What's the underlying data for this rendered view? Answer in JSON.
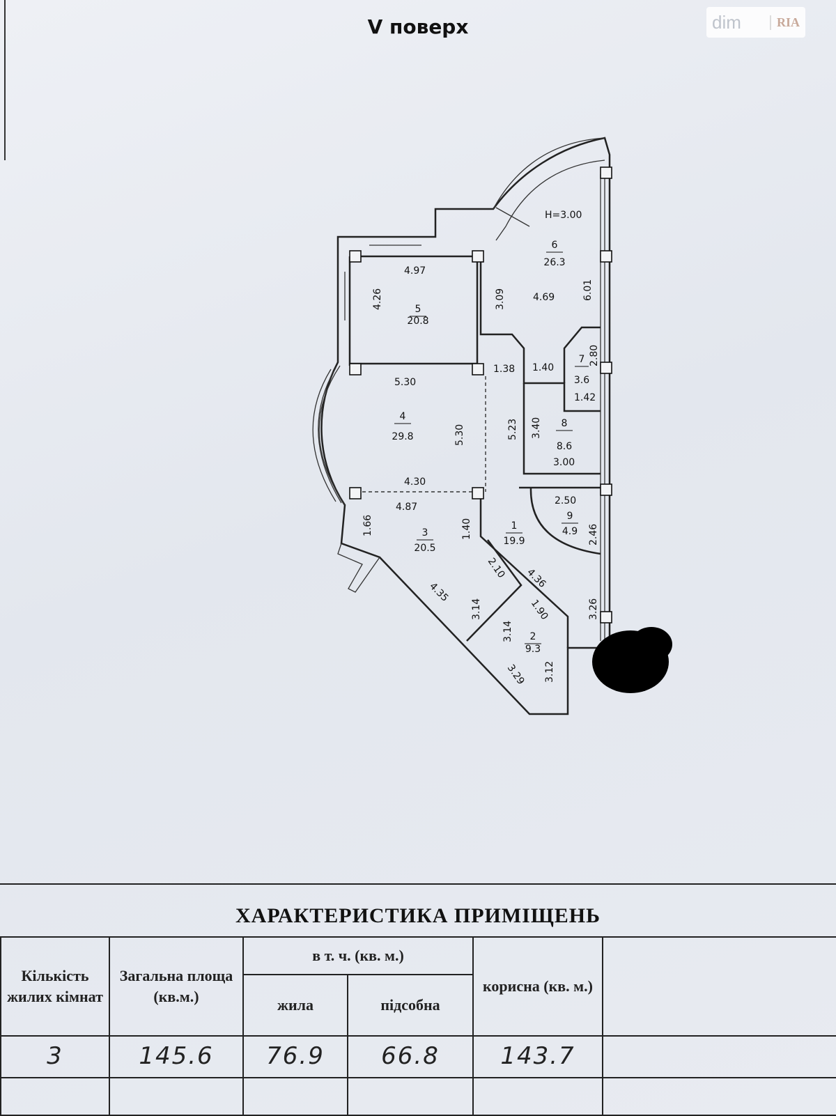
{
  "title": "V поверх",
  "watermark": {
    "a": "dim",
    "b": "RIA"
  },
  "height_label": "H=3.00",
  "rooms": [
    {
      "num": "1",
      "area": "19.9"
    },
    {
      "num": "2",
      "area": "9.3"
    },
    {
      "num": "3",
      "area": "20.5"
    },
    {
      "num": "4",
      "area": "29.8"
    },
    {
      "num": "5",
      "area": "20.8"
    },
    {
      "num": "6",
      "area": "26.3"
    },
    {
      "num": "7",
      "area": "3.6"
    },
    {
      "num": "8",
      "area": "8.6"
    },
    {
      "num": "9",
      "area": "4.9"
    }
  ],
  "dimensions": [
    "4.97",
    "4.26",
    "3.09",
    "4.69",
    "6.01",
    "2.80",
    "1.40",
    "1.42",
    "1.38",
    "5.30",
    "5.30",
    "5.23",
    "3.40",
    "3.00",
    "4.30",
    "4.87",
    "2.50",
    "2.46",
    "1.66",
    "1.40",
    "2.10",
    "4.36",
    "4.35",
    "3.14",
    "1.90",
    "3.14",
    "3.26",
    "3.12",
    "3.29"
  ],
  "table": {
    "heading": "ХАРАКТЕРИСТИКА ПРИМІЩЕНЬ",
    "col_rooms": "Кількість жилих кімнат",
    "col_total": "Загальна площа (кв.м.)",
    "col_incl": "в т. ч. (кв. м.)",
    "col_living": "жила",
    "col_aux": "підсобна",
    "col_useful": "корисна (кв. м.)",
    "values": {
      "rooms": "3",
      "total": "145.6",
      "living": "76.9",
      "aux": "66.8",
      "useful": "143.7"
    }
  }
}
